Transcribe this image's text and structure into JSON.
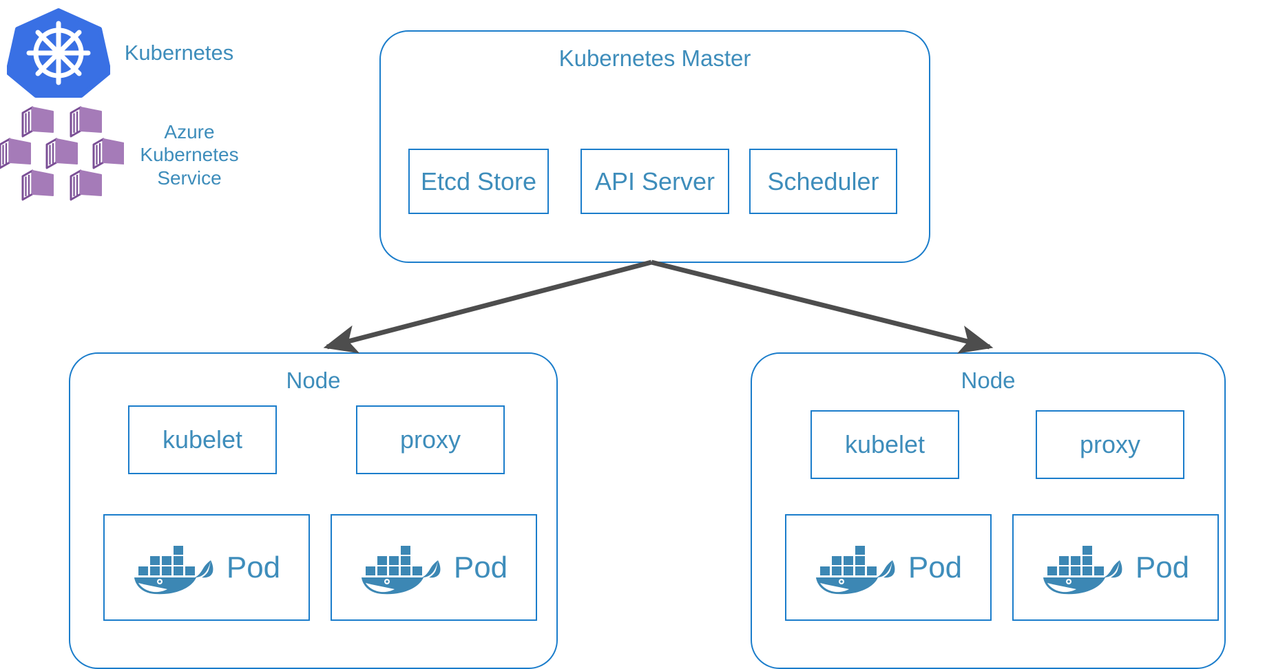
{
  "legend": {
    "items": [
      {
        "icon": "kubernetes-logo-icon",
        "label": "Kubernetes"
      },
      {
        "icon": "azure-kubernetes-service-icon",
        "label": "Azure\nKubernetes\nService"
      }
    ]
  },
  "master": {
    "title": "Kubernetes Master",
    "components": [
      {
        "label": "Etcd Store"
      },
      {
        "label": "API Server"
      },
      {
        "label": "Scheduler"
      }
    ]
  },
  "nodes": [
    {
      "title": "Node",
      "agents": [
        {
          "label": "kubelet"
        },
        {
          "label": "proxy"
        }
      ],
      "pods": [
        {
          "label": "Pod",
          "icon": "docker-whale-icon"
        },
        {
          "label": "Pod",
          "icon": "docker-whale-icon"
        }
      ]
    },
    {
      "title": "Node",
      "agents": [
        {
          "label": "kubelet"
        },
        {
          "label": "proxy"
        }
      ],
      "pods": [
        {
          "label": "Pod",
          "icon": "docker-whale-icon"
        },
        {
          "label": "Pod",
          "icon": "docker-whale-icon"
        }
      ]
    }
  ],
  "connections": [
    {
      "name": "master-to-node-left",
      "from": "Kubernetes Master",
      "to": "Node",
      "arrowhead": "end"
    },
    {
      "name": "master-to-node-right",
      "from": "Kubernetes Master",
      "to": "Node",
      "arrowhead": "end"
    }
  ],
  "colors": {
    "border_blue": "#1B7DCB",
    "text_blue": "#3E8DBB",
    "kubernetes_blue": "#3970E4",
    "azure_purple": "#A57BB8",
    "azure_purple_dark": "#7B4F96",
    "arrow_gray": "#4D4D4D",
    "docker_blue": "#3C87B4",
    "background": "#FFFFFF"
  }
}
